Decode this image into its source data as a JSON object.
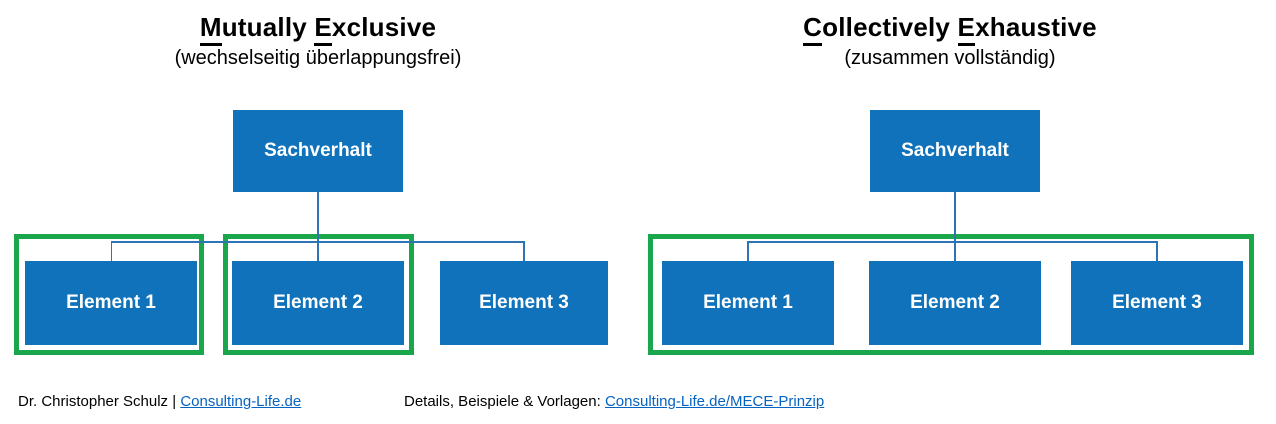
{
  "colors": {
    "box_blue": "#1072BA",
    "line_blue": "#2E74B5",
    "green": "#1AA64A",
    "link_blue": "#0563C1"
  },
  "left": {
    "title": {
      "i1": "M",
      "r1": "utually",
      "i2": "E",
      "r2": "xclusive"
    },
    "subtitle": "(wechselseitig überlappungsfrei)",
    "root_label": "Sachverhalt",
    "elements": {
      "e1": "Element 1",
      "e2": "Element 2",
      "e3": "Element 3"
    }
  },
  "right": {
    "title": {
      "i1": "C",
      "r1": "ollectively",
      "i2": "E",
      "r2": "xhaustive"
    },
    "subtitle": "(zusammen vollständig)",
    "root_label": "Sachverhalt",
    "elements": {
      "e1": "Element 1",
      "e2": "Element 2",
      "e3": "Element 3"
    }
  },
  "footer": {
    "author": "Dr. Christopher Schulz",
    "separator": "|",
    "author_link": "Consulting-Life.de",
    "details_label": "Details, Beispiele & Vorlagen:",
    "details_link": "Consulting-Life.de/MECE-Prinzip"
  }
}
